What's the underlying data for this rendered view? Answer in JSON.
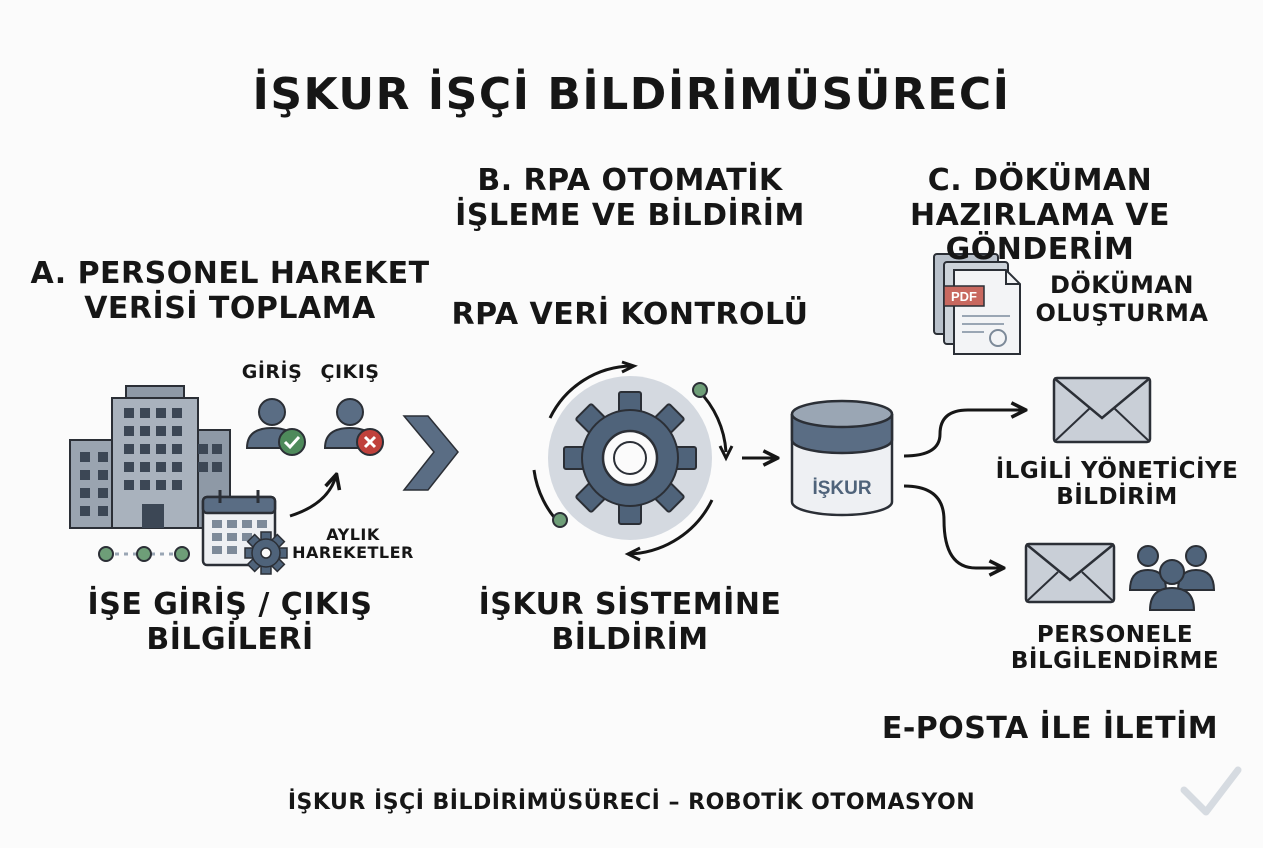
{
  "title": "İŞKUR İŞÇİ BİLDİRİMÜSÜRECİ",
  "footer": "İŞKUR İŞÇİ BİLDİRİMÜSÜRECİ – ROBOTİK OTOMASYON",
  "section_a": {
    "heading": [
      "A. PERSONEL HAREKET",
      "VERİSİ TOPLAMA"
    ],
    "entry_label": "GİRİŞ",
    "exit_label": "ÇIKIŞ",
    "monthly_label": [
      "AYLIK",
      "HAREKETLER"
    ],
    "caption": [
      "İŞE GİRİŞ / ÇIKIŞ",
      "BİLGİLERİ"
    ]
  },
  "section_b": {
    "heading": [
      "B. RPA OTOMATİK",
      "İŞLEME VE BİLDİRİM"
    ],
    "control_label": "RPA VERİ KONTROLÜ",
    "caption": [
      "İŞKUR SİSTEMİNE",
      "BİLDİRİM"
    ],
    "db_label": "İŞKUR"
  },
  "section_c": {
    "heading": [
      "C. DÖKÜMAN",
      "HAZIRLAMA VE GÖNDERİM"
    ],
    "pdf_label": "PDF",
    "doc_label": [
      "DÖKÜMAN",
      "OLUŞTURMA"
    ],
    "manager_label": [
      "İLGİLİ YÖNETİCİYE",
      "BİLDİRİM"
    ],
    "staff_label": [
      "PERSONELE",
      "BİLGİLENDİRME"
    ],
    "email_caption": "E-POSTA İLE İLETİM"
  },
  "icons": {
    "building": "office-building-icon",
    "check": "check-badge-icon",
    "cross": "cross-badge-icon",
    "calendar": "calendar-icon",
    "gear": "gear-icon",
    "database": "database-icon",
    "document": "document-stack-icon",
    "envelope": "envelope-icon",
    "group": "people-group-icon"
  },
  "colors": {
    "slate": "#4f637a",
    "slate_light": "#9aa6b4",
    "green": "#4e8a5b",
    "red": "#c0413c",
    "pdf_red": "#c8685f"
  }
}
